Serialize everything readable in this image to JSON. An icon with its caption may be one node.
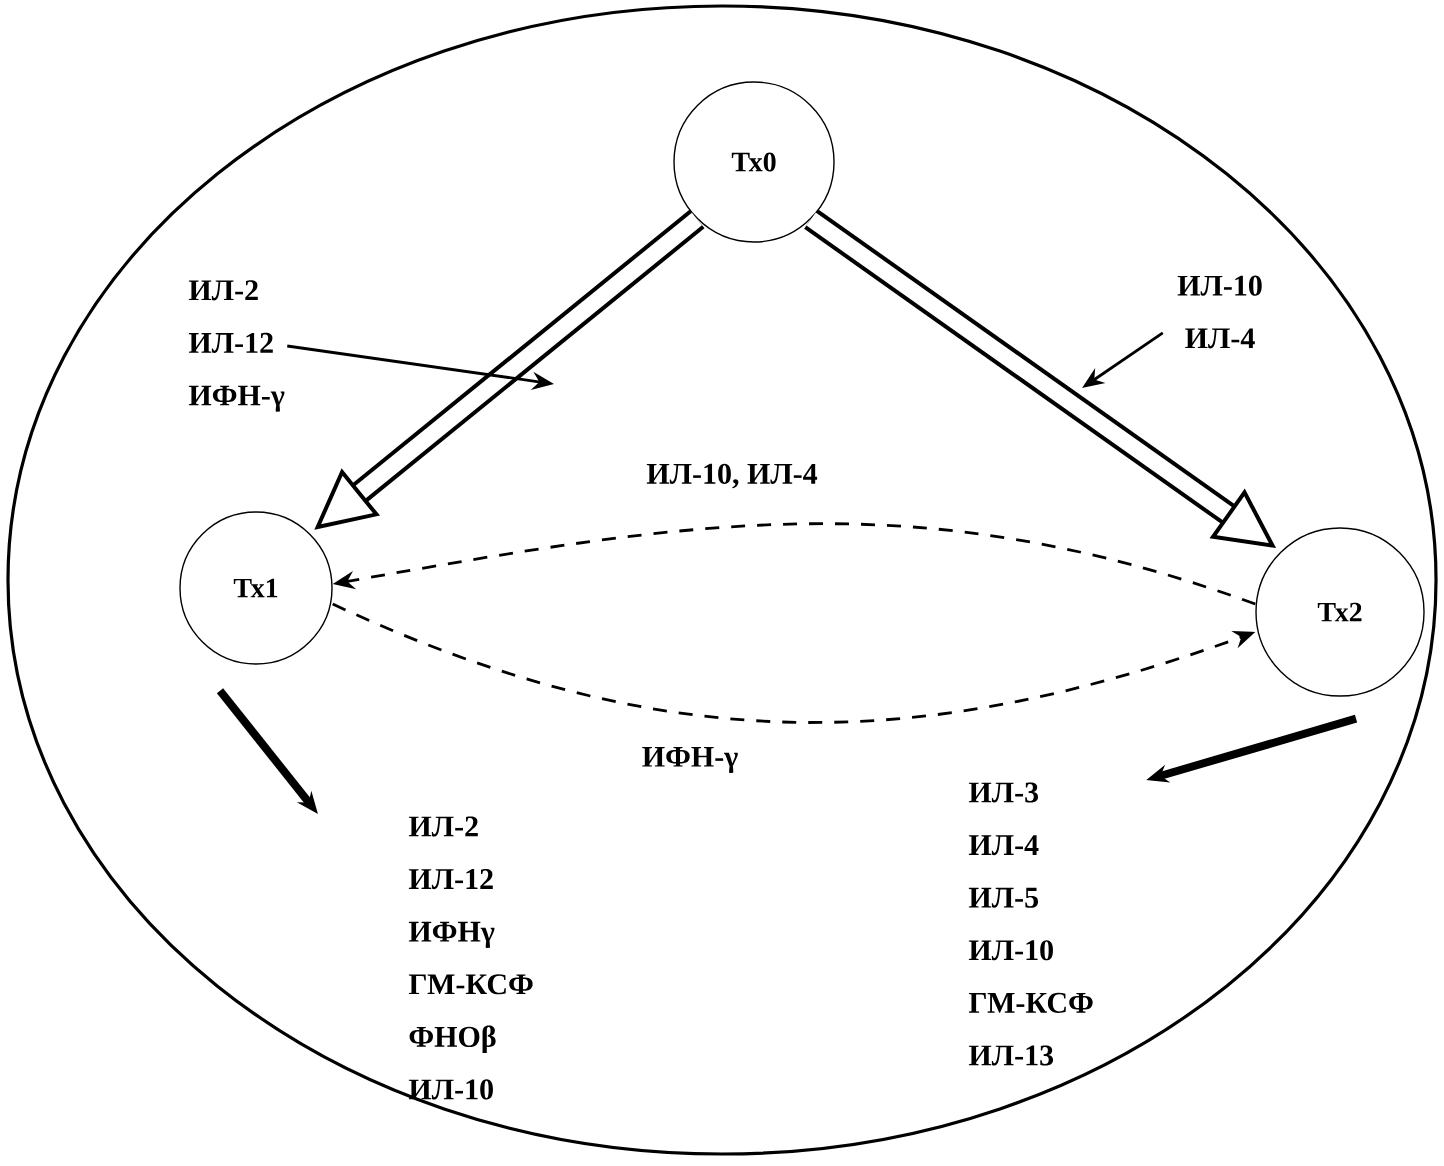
{
  "diagram": {
    "nodes": [
      {
        "text": [],
        "shape": "ellipse"
      },
      {
        "text": [
          "Тх0"
        ],
        "in": 0
      },
      {
        "text": [
          "Тх1"
        ],
        "in": 0
      },
      {
        "text": [
          "Тх2"
        ],
        "in": 0
      },
      {
        "text": [
          "ИЛ-2",
          "ИЛ-12",
          "ИФН-γ"
        ],
        "in": 0
      },
      {
        "text": [
          "ИЛ-10",
          "ИЛ-4"
        ],
        "in": 0
      },
      {
        "text": [
          "ИЛ-2",
          "ИЛ-12",
          "ИФНγ",
          "ГМ-КСФ",
          "ФНОβ",
          "ИЛ-10"
        ],
        "in": 0
      },
      {
        "text": [
          "ИЛ-3",
          "ИЛ-4",
          "ИЛ-5",
          "ИЛ-10",
          "ГМ-КСФ",
          "ИЛ-13"
        ],
        "in": 0
      }
    ],
    "edges": [
      {
        "from": 1,
        "to": 2,
        "arrow": "to",
        "style": "thick"
      },
      {
        "from": 1,
        "to": 3,
        "arrow": "to",
        "style": "thick"
      },
      {
        "from": 4,
        "to": null,
        "arrow": "to"
      },
      {
        "from": 5,
        "to": null,
        "arrow": "to"
      },
      {
        "from": 2,
        "to": 6,
        "arrow": "to",
        "style": "thick"
      },
      {
        "from": 3,
        "to": 7,
        "arrow": "to",
        "style": "thick"
      },
      {
        "from": 3,
        "to": 2,
        "arrow": "to",
        "style": "dashed",
        "label": "ИЛ-10, ИЛ-4"
      },
      {
        "from": 2,
        "to": 3,
        "arrow": "to",
        "style": "dashed",
        "label": "ИФН-γ"
      }
    ]
  }
}
